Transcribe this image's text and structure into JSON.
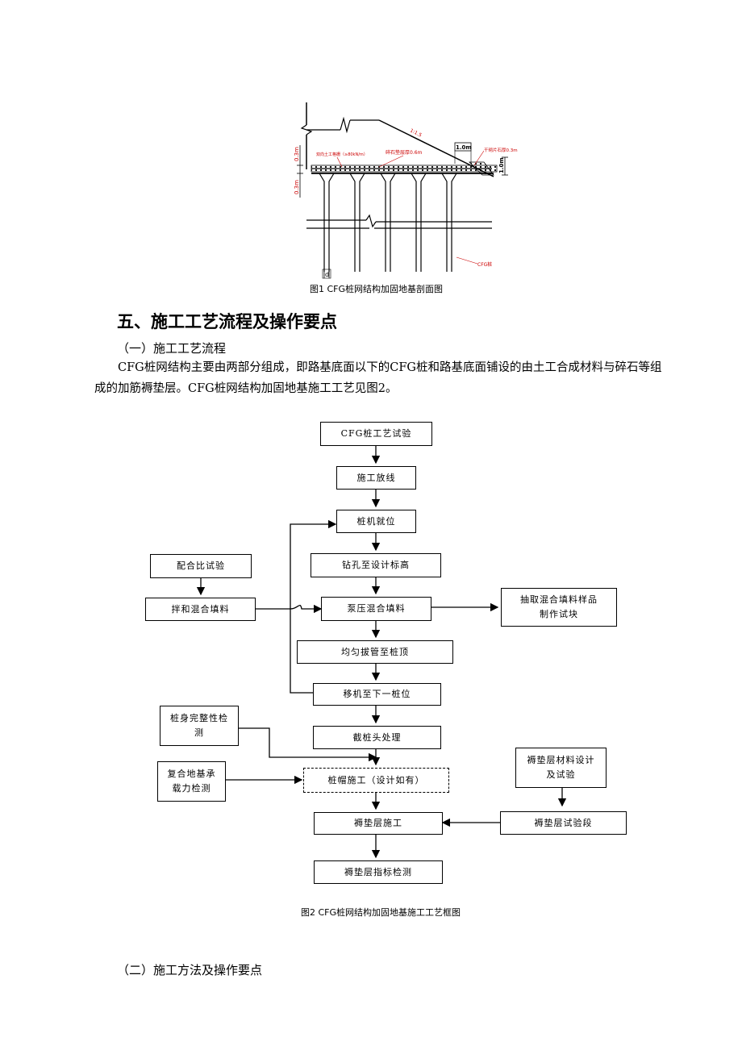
{
  "fig1": {
    "caption": "图1  CFG桩网结构加固地基剖面图",
    "dim_03m_a": "0.3m",
    "dim_03m_b": "0.3m",
    "dim_10m_top": "1.0m",
    "dim_10m_side": "1.0m",
    "slope": "1:1.5",
    "label_geogrid": "双向土工格栅（≥80kN/m）",
    "label_gravel": "碎石垫层厚0.6m",
    "label_rubble": "干砌片石厚0.3m",
    "label_pile": "CFG桩",
    "label_d": "d"
  },
  "section": {
    "title": "五、施工工艺流程及操作要点",
    "sub1": "（一）施工工艺流程",
    "para1": "CFG桩网结构主要由两部分组成，即路基底面以下的CFG桩和路基底面铺设的由土工合成材料与碎石等组成的加筋褥垫层。CFG桩网结构加固地基施工工艺见图2。",
    "sub2": "（二）施工方法及操作要点"
  },
  "flow": {
    "caption": "图2  CFG桩网结构加固地基施工工艺框图",
    "b1": "CFG桩工艺试验",
    "b2": "施工放线",
    "b3": "桩机就位",
    "b4": "钻孔至设计标高",
    "b5": "泵压混合填料",
    "b6": "均匀拔管至桩顶",
    "b7": "移机至下一桩位",
    "b8": "截桩头处理",
    "b9": "桩帽施工（设计如有）",
    "b10": "褥垫层施工",
    "b11": "褥垫层指标检测",
    "l1": "配合比试验",
    "l2": "拌和混合填料",
    "l3": "桩身完整性检测",
    "l4": "复合地基承载力检测",
    "r1": "抽取混合填料样品制作试块",
    "r2": "褥垫层材料设计及试验",
    "r3": "褥垫层试验段"
  }
}
